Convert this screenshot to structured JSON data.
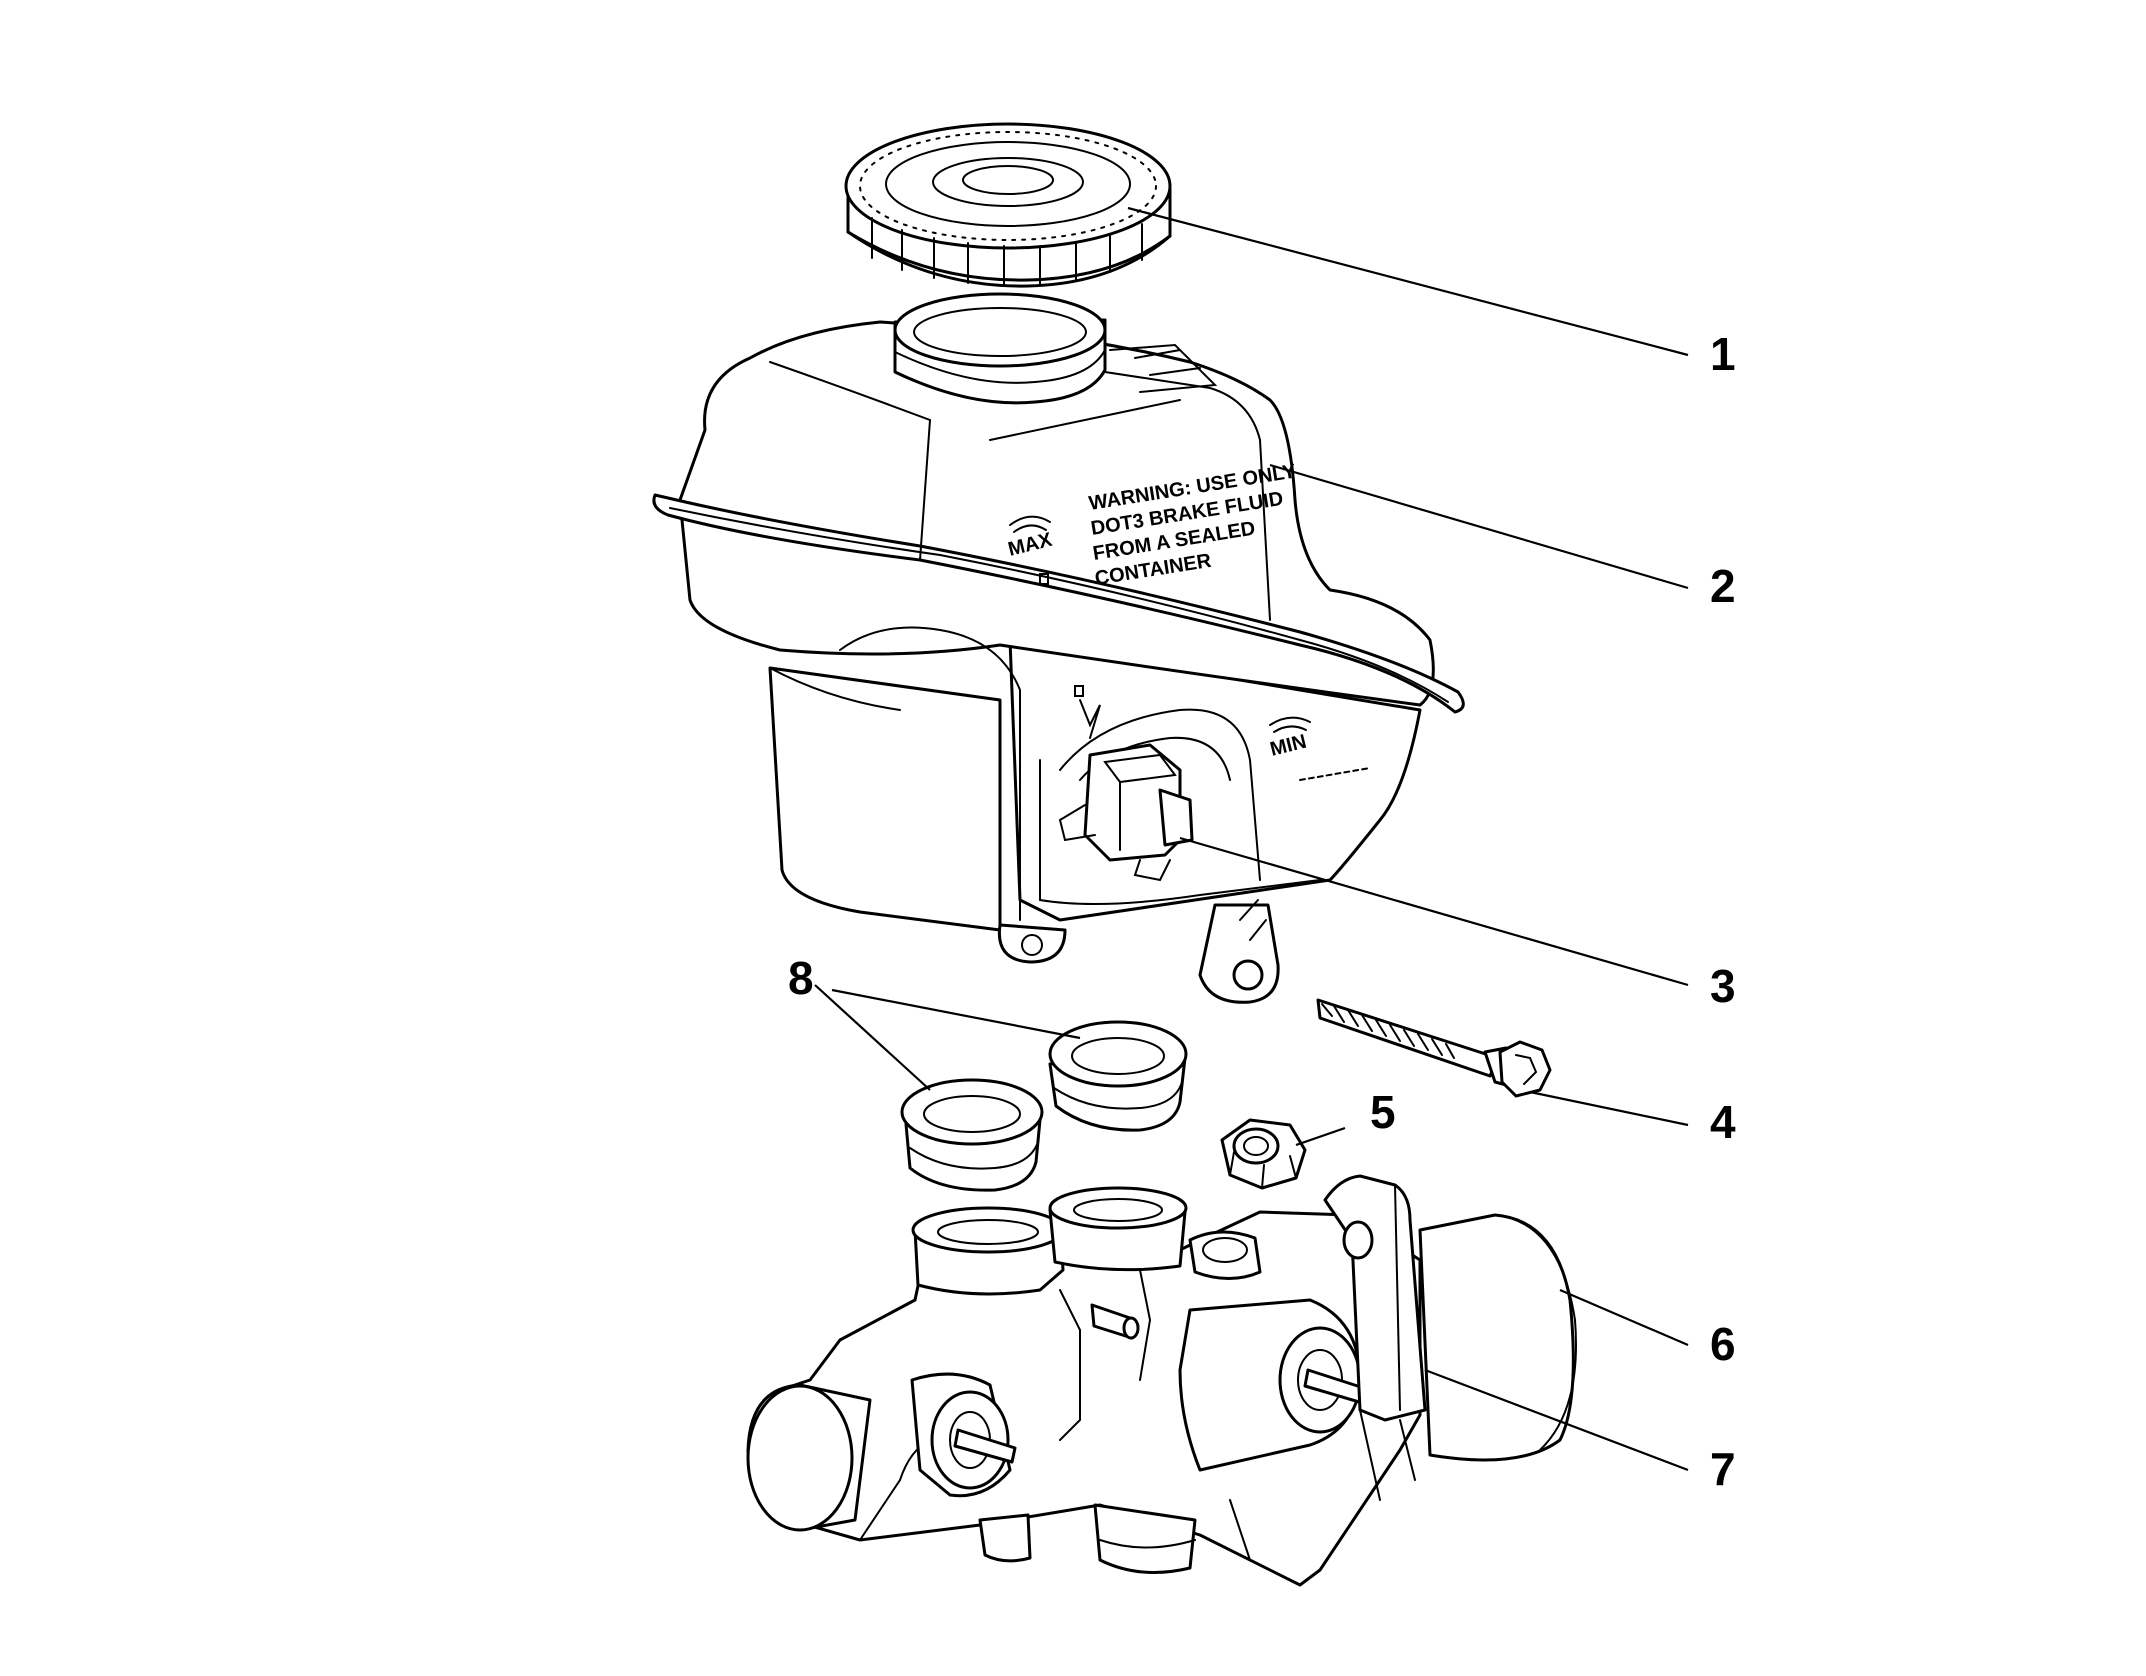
{
  "callouts": [
    {
      "id": "1",
      "label": "1"
    },
    {
      "id": "2",
      "label": "2"
    },
    {
      "id": "3",
      "label": "3"
    },
    {
      "id": "4",
      "label": "4"
    },
    {
      "id": "5",
      "label": "5"
    },
    {
      "id": "6",
      "label": "6"
    },
    {
      "id": "7",
      "label": "7"
    },
    {
      "id": "8",
      "label": "8"
    }
  ],
  "reservoir_decal": {
    "max_label": "MAX",
    "min_label": "MIN",
    "warning_lines": [
      "WARNING: USE ONLY",
      "DOT3 BRAKE FLUID",
      "FROM A SEALED",
      "CONTAINER"
    ]
  },
  "colors": {
    "ink": "#000000",
    "paper": "#ffffff"
  }
}
